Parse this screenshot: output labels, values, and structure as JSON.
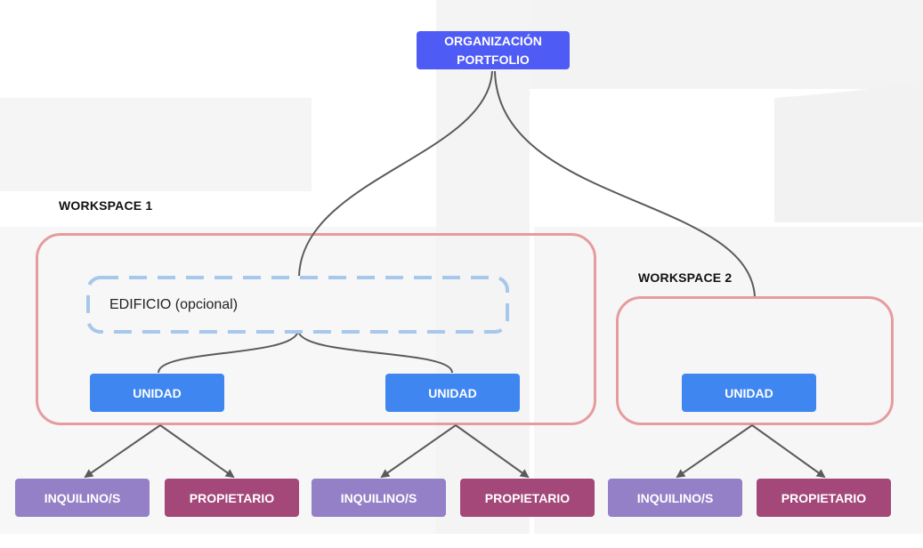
{
  "diagram": {
    "root": {
      "line1": "ORGANIZACIÓN",
      "line2": "PORTFOLIO"
    },
    "workspaces": [
      {
        "label": "WORKSPACE 1",
        "building": "EDIFICIO (opcional)",
        "units": [
          {
            "label": "UNIDAD",
            "tenant": "INQUILINO/S",
            "owner": "PROPIETARIO"
          },
          {
            "label": "UNIDAD",
            "tenant": "INQUILINO/S",
            "owner": "PROPIETARIO"
          }
        ]
      },
      {
        "label": "WORKSPACE 2",
        "units": [
          {
            "label": "UNIDAD",
            "tenant": "INQUILINO/S",
            "owner": "PROPIETARIO"
          }
        ]
      }
    ]
  },
  "colors": {
    "root": "#4f5bf5",
    "unit": "#3f86f0",
    "tenant": "#9480c6",
    "owner": "#a4487a",
    "workspace_border": "#e69c9e",
    "building_border": "#a7c7ec",
    "connector": "#5a5a5a"
  }
}
